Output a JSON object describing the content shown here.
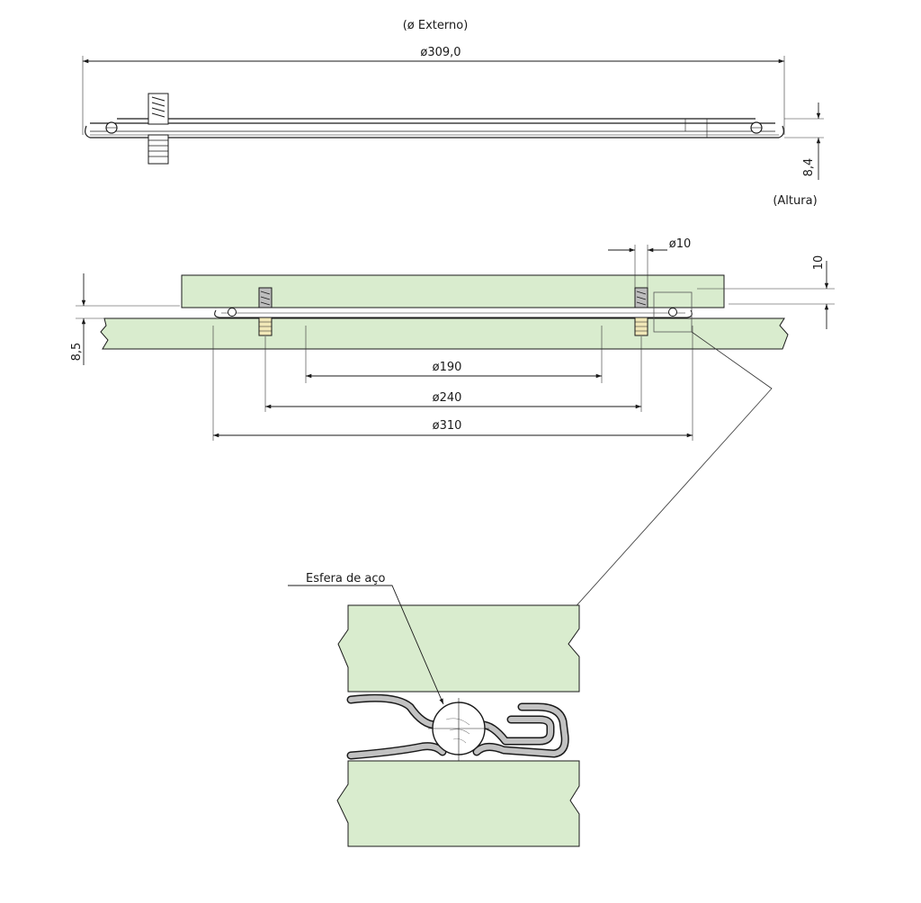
{
  "colors": {
    "wood": "#d9ecce",
    "metal": "#bdbdbd",
    "line": "#1a1a1a"
  },
  "top_view": {
    "outer_caption": "(ø Externo)",
    "outer_diameter": "ø309,0",
    "height_value": "8,4",
    "height_caption": "(Altura)"
  },
  "section_view": {
    "hole_diameter": "ø10",
    "top_gap": "10",
    "base_thickness": "8,5",
    "d1": "ø190",
    "d2": "ø240",
    "d3": "ø310"
  },
  "detail_view": {
    "ball_label": "Esfera de aço"
  }
}
